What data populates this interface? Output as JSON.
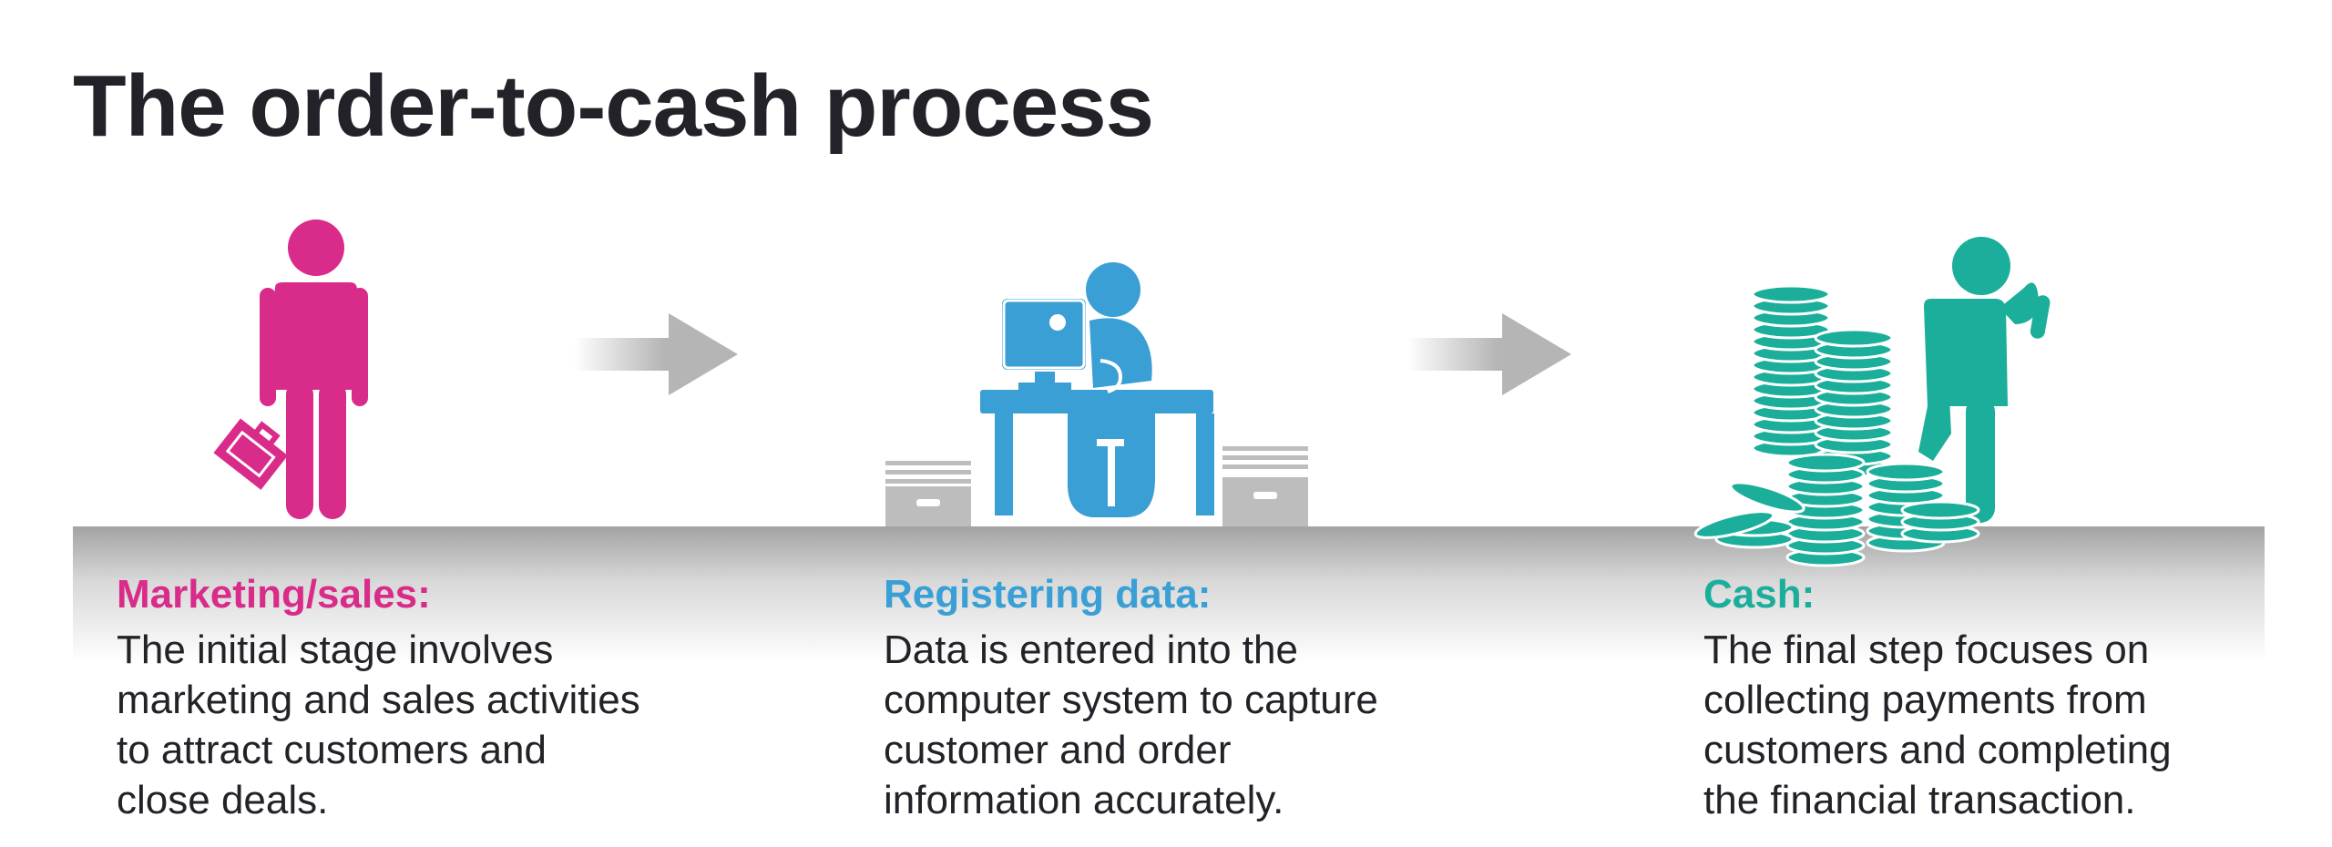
{
  "title": "The order-to-cash process",
  "colors": {
    "marketing": "#d92b8a",
    "registering": "#3a9fd5",
    "cash": "#1bae9a",
    "arrow": "#b5b5b5",
    "title": "#222228"
  },
  "steps": [
    {
      "heading": "Marketing/sales:",
      "lines": [
        "The initial stage involves",
        "marketing and sales activities",
        "to attract customers and",
        "close deals."
      ],
      "icon": "businessman-with-briefcase-icon"
    },
    {
      "heading": "Registering data:",
      "lines": [
        "Data is entered into the",
        "computer system to capture",
        "customer and order",
        "information accurately."
      ],
      "icon": "person-at-computer-desk-icon"
    },
    {
      "heading": "Cash:",
      "lines": [
        "The final step focuses on",
        "collecting payments from",
        "customers and completing",
        "the financial transaction."
      ],
      "icon": "person-with-coin-stacks-icon"
    }
  ],
  "arrows": [
    "right-arrow-icon",
    "right-arrow-icon"
  ]
}
